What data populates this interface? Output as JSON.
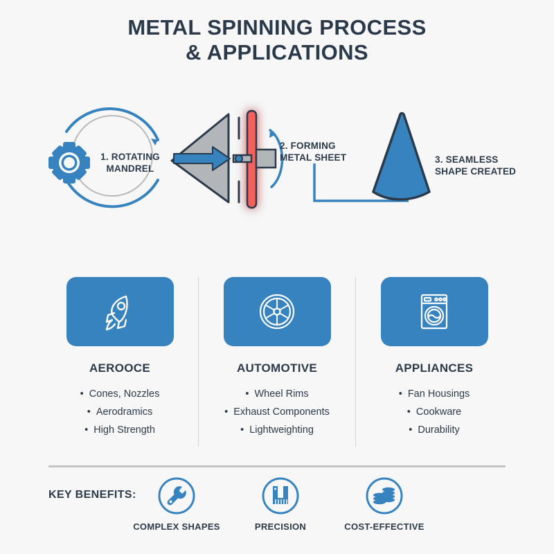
{
  "title": {
    "line1": "METAL SPINNING PROCESS",
    "line2": "& APPLICATIONS"
  },
  "colors": {
    "background": "#f7f7f7",
    "navy": "#2b3a4a",
    "blue": "#3683c0",
    "blue_light": "#4a96d2",
    "red_hot": "#f4605c",
    "gray_mandrel": "#b3b6b8",
    "divider": "#c3c3c3"
  },
  "process": {
    "steps": [
      {
        "label": "1. ROTATING\nMANDREL",
        "line1": "1. ROTATING",
        "line2": "MANDREL",
        "icon": "gear-icon"
      },
      {
        "label": "2. FORMING\nMETAL SHEET",
        "line1": "2. FORMING",
        "line2": "METAL SHEET",
        "icon": "mandrel-assembly-icon"
      },
      {
        "label": "3. SEAMLESS\nSHAPE CREATED",
        "line1": "3. SEAMLESS",
        "line2": "SHAPE CREATED",
        "icon": "cone-icon"
      }
    ]
  },
  "cards": [
    {
      "icon": "rocket-icon",
      "title": "AEROOCE",
      "items": [
        "Cones, Nozzles",
        "Aerodramics",
        "High Strength"
      ]
    },
    {
      "icon": "wheel-rim-icon",
      "title": "AUTOMOTIVE",
      "items": [
        "Wheel Rims",
        "Exhaust Components",
        "Lightweighting"
      ]
    },
    {
      "icon": "washing-machine-icon",
      "title": "APPLIANCES",
      "items": [
        "Fan Housings",
        "Cookware",
        "Durability"
      ]
    }
  ],
  "benefits": {
    "label": "KEY BENEFITS:",
    "items": [
      {
        "icon": "wrench-icon",
        "label": "COMPLEX SHAPES"
      },
      {
        "icon": "caliper-icon",
        "label": "PRECISION"
      },
      {
        "icon": "coins-icon",
        "label": "COST-EFFECTIVE"
      }
    ]
  }
}
